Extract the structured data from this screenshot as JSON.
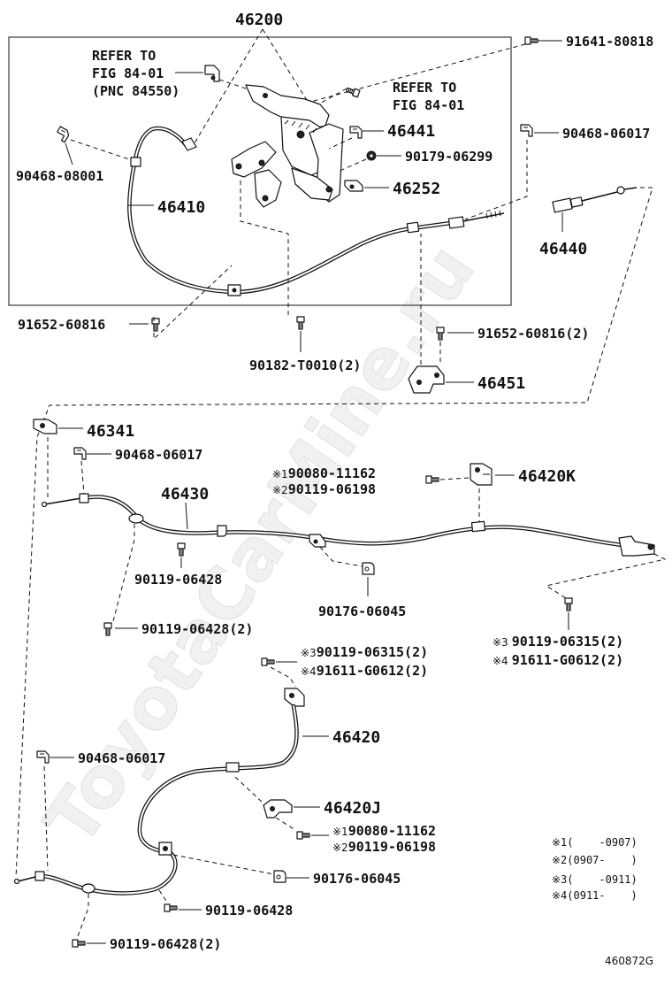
{
  "diagram_code": "460872G",
  "watermark": "ToyotaCarMine.ru",
  "upper": {
    "lever_assy": "46200",
    "refer_left": [
      "REFER TO",
      "FIG 84-01",
      "(PNC 84550)"
    ],
    "refer_right": [
      "REFER TO",
      "FIG 84-01"
    ],
    "bolt_top": "91641-80818",
    "clip_right": "90468-06017",
    "part_46441": "46441",
    "nut": "90179-06299",
    "clip_left": "90468-08001",
    "cable_46410": "46410",
    "part_46252": "46252",
    "part_46440": "46440",
    "bolt_left": "91652-60816",
    "bolt_right": "91652-60816(2)",
    "bolt_center": "90182-T0010(2)",
    "part_46451": "46451"
  },
  "middle": {
    "part_46341": "46341",
    "clip": "90468-06017",
    "bolt_k": [
      {
        "mark": "※1",
        "part": "90080-11162"
      },
      {
        "mark": "※2",
        "part": "90119-06198"
      }
    ],
    "part_46420K": "46420K",
    "cable_46430": "46430",
    "bolt_a": "90119-06428",
    "clamp": "90176-06045",
    "bolt_b": "90119-06428(2)",
    "bolts_right": [
      {
        "mark": "※3",
        "part": "90119-06315(2)"
      },
      {
        "mark": "※4",
        "part": "91611-G0612(2)"
      }
    ],
    "bolts_left": [
      {
        "mark": "※3",
        "part": "90119-06315(2)"
      },
      {
        "mark": "※4",
        "part": "91611-G0612(2)"
      }
    ]
  },
  "lower": {
    "cable_46420": "46420",
    "clip": "90468-06017",
    "part_46420J": "46420J",
    "bolt_j": [
      {
        "mark": "※1",
        "part": "90080-11162"
      },
      {
        "mark": "※2",
        "part": "90119-06198"
      }
    ],
    "clamp": "90176-06045",
    "bolt_a": "90119-06428",
    "bolt_b": "90119-06428(2)"
  },
  "legend": [
    "※1(    -0907)",
    "※2(0907-    )",
    "※3(    -0911)",
    "※4(0911-    )"
  ]
}
